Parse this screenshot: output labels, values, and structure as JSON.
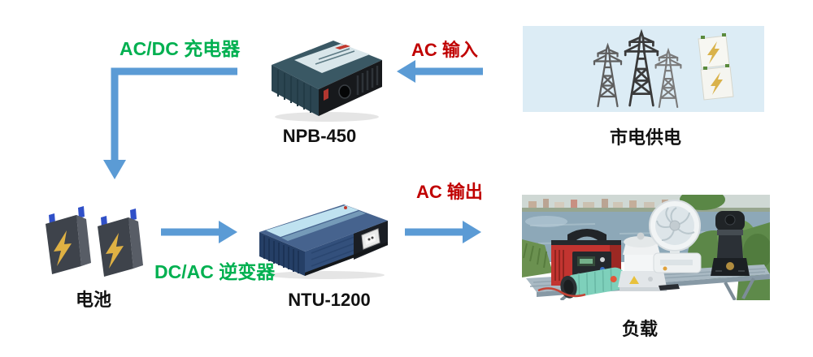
{
  "diagram": {
    "edges": {
      "charger_role": "AC/DC 充电器",
      "ac_input": "AC 输入",
      "inverter_role": "DC/AC 逆变器",
      "ac_output": "AC 输出"
    },
    "nodes": {
      "grid": {
        "caption": "市电供电",
        "icon": "power-grid-towers"
      },
      "charger": {
        "caption": "NPB-450",
        "icon": "battery-charger-product"
      },
      "battery": {
        "caption": "电池",
        "icon": "battery-pair"
      },
      "inverter": {
        "caption": "NTU-1200",
        "icon": "inverter-product"
      },
      "load": {
        "caption": "负载",
        "icon": "outdoor-appliances-photo"
      }
    },
    "colors": {
      "arrow_blue": "#5B9BD5",
      "role_label_green": "#00B050",
      "power_label_red": "#C00000",
      "caption_text": "#121212",
      "grid_image_bg": "#DCECF5"
    }
  }
}
